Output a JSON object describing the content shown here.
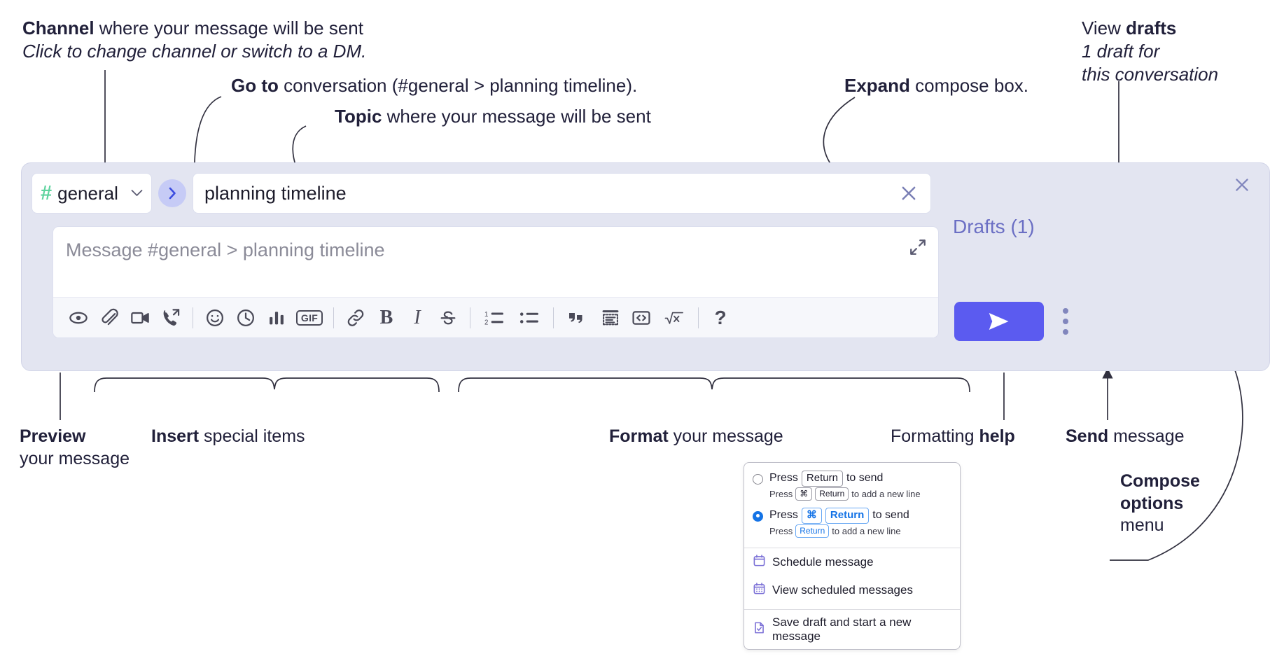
{
  "annotations": {
    "channel": {
      "bold": "Channel",
      "rest": " where your message will be sent",
      "italic": "Click to change channel or switch to a DM."
    },
    "goto": {
      "bold": "Go to",
      "rest": " conversation (#general > planning timeline)."
    },
    "topic": {
      "bold": "Topic",
      "rest": " where your message will be sent"
    },
    "expand": {
      "bold": "Expand",
      "rest": " compose box."
    },
    "drafts": {
      "lead": "View ",
      "bold": "drafts",
      "italic1": "1 draft for",
      "italic2": "this conversation"
    },
    "preview": {
      "bold": "Preview",
      "rest": "your message"
    },
    "insert": {
      "bold": "Insert",
      "rest": " special items"
    },
    "format": {
      "bold": "Format",
      "rest": " your message"
    },
    "help": {
      "lead": "Formatting ",
      "bold": "help"
    },
    "send": {
      "bold": "Send",
      "rest": " message"
    },
    "compose_options": {
      "bold1": "Compose",
      "bold2": "options",
      "rest": "menu"
    }
  },
  "compose": {
    "channel_button": {
      "hash": "#",
      "name": "general",
      "chevron": "⌄"
    },
    "goto_button": {
      "glyph": "›"
    },
    "topic_field": {
      "value": "planning timeline"
    },
    "message_input": {
      "placeholder": "Message #general > planning timeline"
    },
    "drafts_link": "Drafts (1)",
    "toolbar": [
      {
        "name": "preview-icon",
        "label": "Preview"
      },
      {
        "name": "attachment-icon",
        "label": "Attach file"
      },
      {
        "name": "video-icon",
        "label": "Record video clip"
      },
      {
        "name": "audio-call-icon",
        "label": "Record audio clip"
      },
      {
        "name": "emoji-icon",
        "label": "Emoji"
      },
      {
        "name": "clock-icon",
        "label": "Reminder"
      },
      {
        "name": "poll-icon",
        "label": "Poll"
      },
      {
        "name": "gif-icon",
        "label": "GIF"
      },
      {
        "name": "link-icon",
        "label": "Link"
      },
      {
        "name": "bold-icon",
        "label": "B"
      },
      {
        "name": "italic-icon",
        "label": "I"
      },
      {
        "name": "strikethrough-icon",
        "label": "S"
      },
      {
        "name": "ordered-list-icon",
        "label": "Ordered list"
      },
      {
        "name": "bulleted-list-icon",
        "label": "Bulleted list"
      },
      {
        "name": "blockquote-icon",
        "label": "Blockquote"
      },
      {
        "name": "code-block-icon",
        "label": "Code block"
      },
      {
        "name": "inline-code-icon",
        "label": "Inline code"
      },
      {
        "name": "latex-icon",
        "label": "LaTeX"
      },
      {
        "name": "help-icon",
        "label": "?"
      }
    ]
  },
  "dropdown": {
    "option1": {
      "press": "Press",
      "key": "Return",
      "tail": "to send",
      "sub_press": "Press",
      "sub_key1": "⌘",
      "sub_key2": "Return",
      "sub_tail": "to add a new line"
    },
    "option2": {
      "press": "Press",
      "key1": "⌘",
      "key2": "Return",
      "tail": "to send",
      "sub_press": "Press",
      "sub_key": "Return",
      "sub_tail": "to add a new line"
    },
    "items": [
      {
        "icon": "calendar-icon",
        "label": "Schedule message"
      },
      {
        "icon": "calendar-grid-icon",
        "label": "View scheduled messages"
      },
      {
        "icon": "save-draft-icon",
        "label": "Save draft and start a new message"
      }
    ]
  },
  "colors": {
    "panel_bg": "#e3e5f1",
    "send_button": "#5b5bf0",
    "accent_link": "#6b6fc4",
    "hash_green": "#5ed39e",
    "radio_blue": "#1473e6"
  }
}
